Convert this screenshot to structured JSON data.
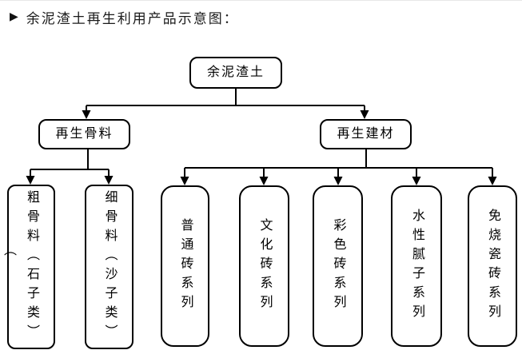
{
  "title": {
    "bullet": "▶",
    "text": "余泥渣土再生利用产品示意图："
  },
  "diagram": {
    "root": {
      "label": "余泥渣土"
    },
    "branches": [
      {
        "label": "再生骨料",
        "children": [
          "粗骨料（石子类）",
          "细骨料（沙子类）"
        ]
      },
      {
        "label": "再生建材",
        "children": [
          "普通砖系列",
          "文化砖系列",
          "彩色砖系列",
          "水性腻子系列",
          "免烧瓷砖系列"
        ]
      }
    ],
    "stray_paren": "（",
    "colors": {
      "line": "#000000",
      "box_border": "#000000",
      "box_fill": "#ffffff",
      "text": "#000000",
      "title_text": "#1a1a1a",
      "top_rule": "#e8e8e8"
    }
  }
}
